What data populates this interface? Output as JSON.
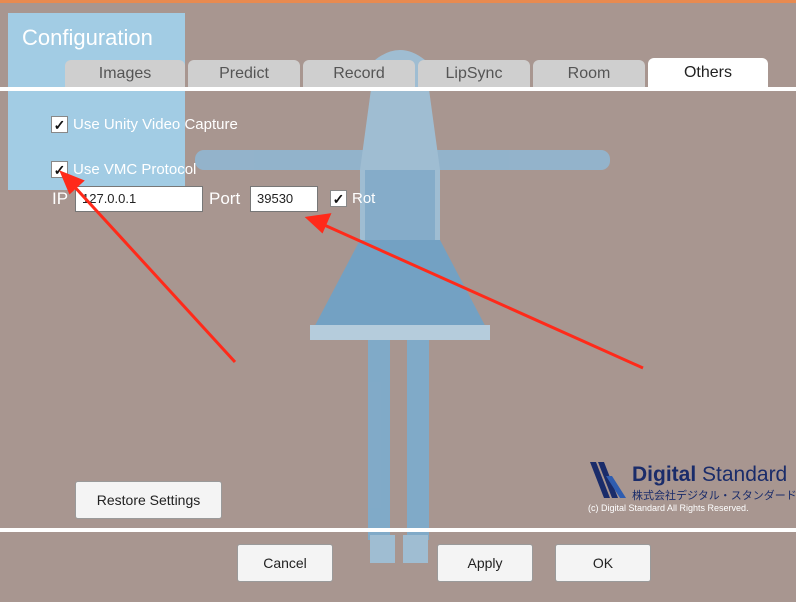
{
  "window": {
    "title": "Configuration"
  },
  "tabs": [
    {
      "label": "Images",
      "active": false
    },
    {
      "label": "Predict",
      "active": false
    },
    {
      "label": "Record",
      "active": false
    },
    {
      "label": "LipSync",
      "active": false
    },
    {
      "label": "Room",
      "active": false
    },
    {
      "label": "Others",
      "active": true
    }
  ],
  "options": {
    "use_unity_video_capture": {
      "label": "Use Unity Video Capture",
      "checked": true
    },
    "use_vmc_protocol": {
      "label": "Use VMC Protocol",
      "checked": true
    },
    "ip_label": "IP",
    "ip_value": "127.0.0.1",
    "port_label": "Port",
    "port_value": "39530",
    "rot": {
      "label": "Rot",
      "checked": true
    }
  },
  "buttons": {
    "restore": "Restore Settings",
    "cancel": "Cancel",
    "apply": "Apply",
    "ok": "OK"
  },
  "logo": {
    "name_bold": "Digital",
    "name_rest": " Standard",
    "jp": "株式会社デジタル・スタンダード",
    "copyright": "(c) Digital Standard All Rights Reserved."
  },
  "colors": {
    "accent_arrow": "#ff2a1a",
    "background": "#a89690",
    "title_panel": "#a2d0ec"
  }
}
